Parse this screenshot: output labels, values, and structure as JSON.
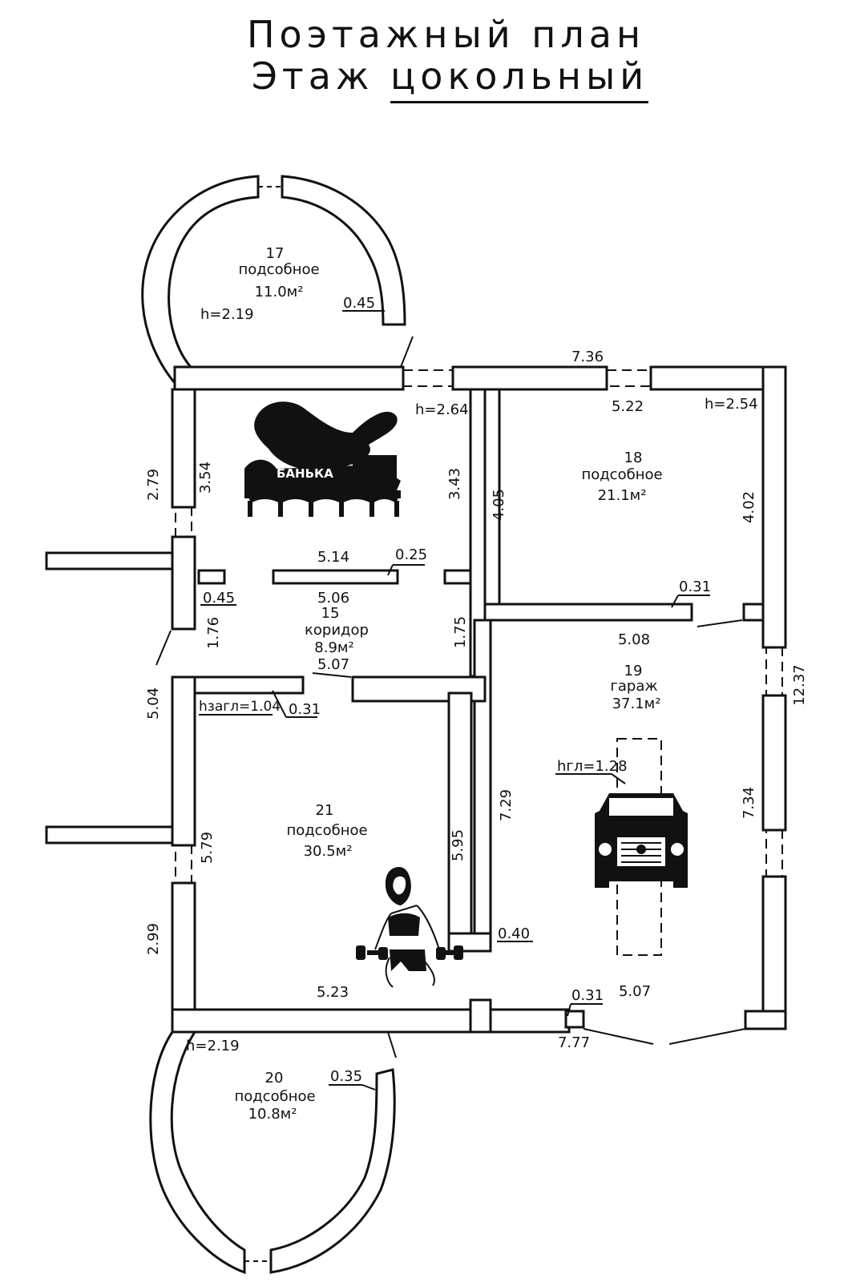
{
  "title": {
    "line1": "Поэтажный план",
    "line2_prefix": "Этаж ",
    "line2_floor": "цокольный"
  },
  "rooms": {
    "r17": {
      "number": "17",
      "name": "подсобное",
      "area": "11.0м²",
      "height": "h=2.19",
      "wall": "0.45"
    },
    "r15": {
      "number": "15",
      "name": "коридор",
      "area": "8.9м²",
      "height": "h=2.64"
    },
    "r18": {
      "number": "18",
      "name": "подсобное",
      "area": "21.1м²",
      "height": "h=2.54",
      "wall": "0.31"
    },
    "r19": {
      "number": "19",
      "name": "гараж",
      "area": "37.1м²",
      "pit_height": "hгл=1.28"
    },
    "r21": {
      "number": "21",
      "name": "подсобное",
      "area": "30.5м²",
      "height": "hзагл=1.04",
      "wall": "0.31"
    },
    "r20": {
      "number": "20",
      "name": "подсобное",
      "area": "10.8м²",
      "height": "h=2.19",
      "wall": "0.35"
    }
  },
  "dimensions": {
    "top_total": "7.36",
    "r18_top": "5.22",
    "r15_top": "5.14",
    "r15_bottom": "5.06",
    "r15_partition": "0.25",
    "r15_left_upper": "3.54",
    "r15_right_upper": "3.43",
    "r15_left_lower": "1.76",
    "r15_right_lower": "1.75",
    "r15_wall": "0.45",
    "r15_door": "5.07",
    "left_upper_outer": "2.79",
    "left_mid_outer": "5.04",
    "left_lower_outer": "2.99",
    "r18_left": "4.05",
    "r18_right": "4.02",
    "r19_top": "5.08",
    "r19_left": "7.29",
    "r19_right": "7.34",
    "r19_bottom": "5.07",
    "right_total": "12.37",
    "r21_left": "5.79",
    "r21_right": "5.95",
    "r21_bottom": "5.23",
    "r21_wall": "0.40",
    "bottom_wall": "0.31",
    "bottom_total": "7.77"
  },
  "sign": {
    "text": "БАНЬКА"
  }
}
